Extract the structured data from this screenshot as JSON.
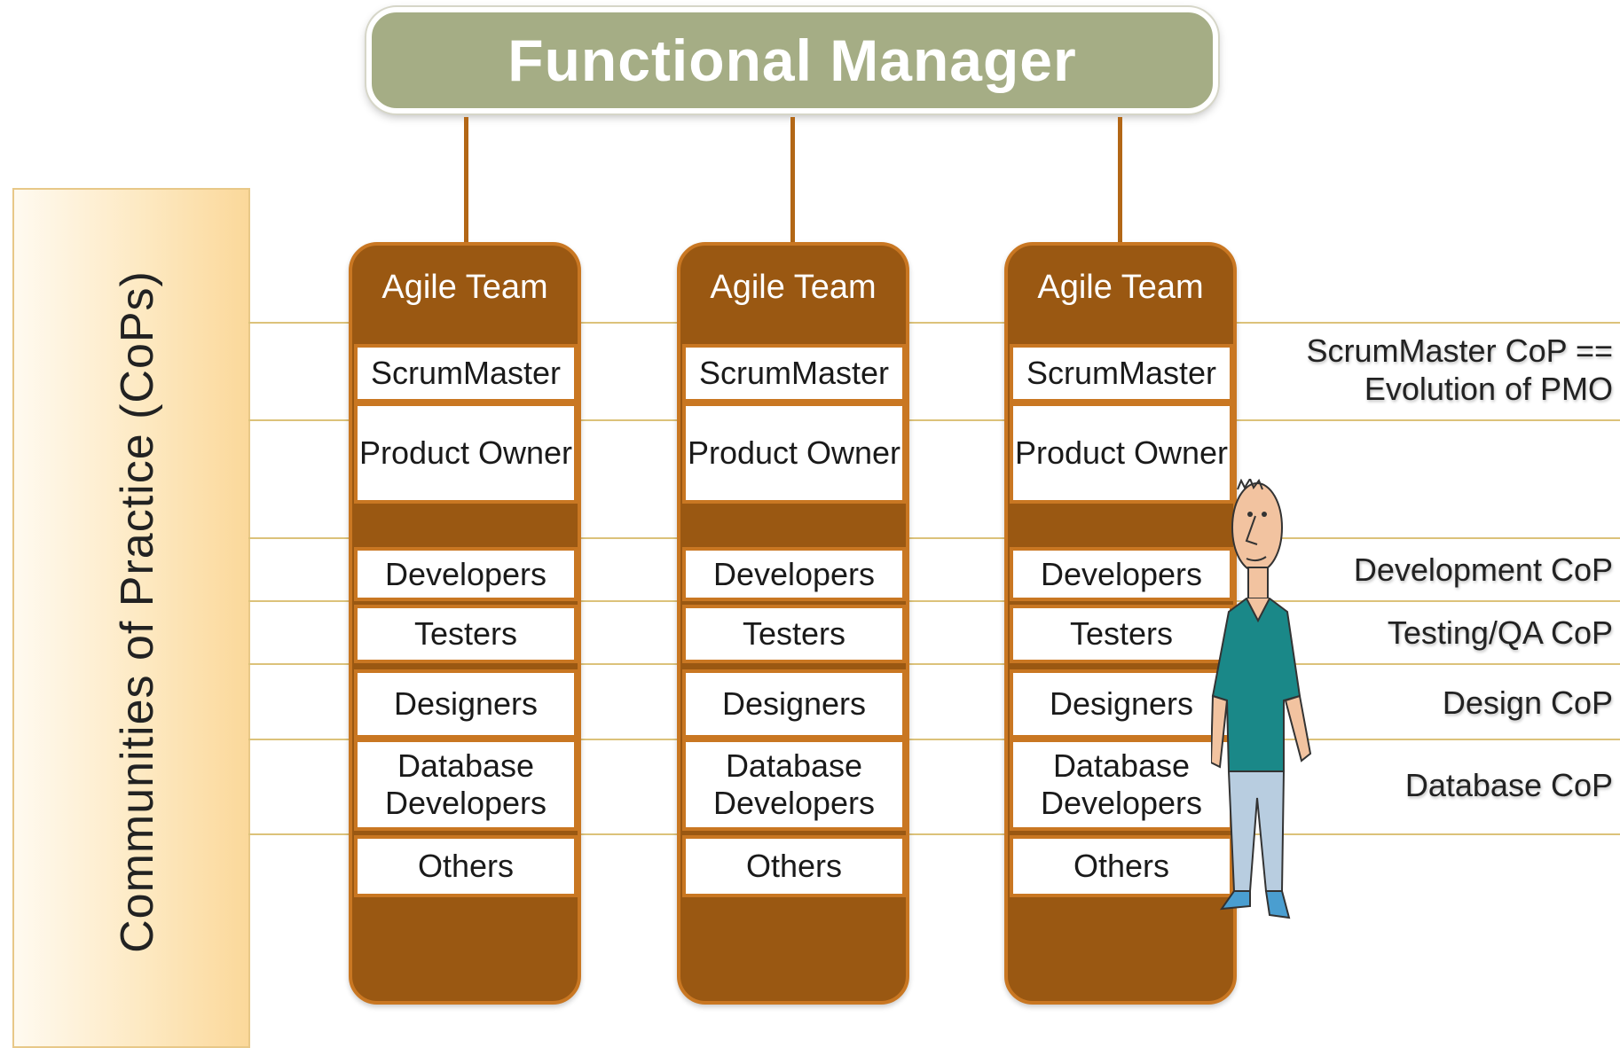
{
  "manager": {
    "title": "Functional Manager"
  },
  "cops_panel": {
    "label": "Communities of Practice (CoPs)"
  },
  "teams": [
    {
      "title": "Agile Team",
      "roles": {
        "scrum_master": "ScrumMaster",
        "product_owner": "Product Owner",
        "developers": "Developers",
        "testers": "Testers",
        "designers": "Designers",
        "database_developers": "Database Developers",
        "others": "Others"
      }
    },
    {
      "title": "Agile Team",
      "roles": {
        "scrum_master": "ScrumMaster",
        "product_owner": "Product Owner",
        "developers": "Developers",
        "testers": "Testers",
        "designers": "Designers",
        "database_developers": "Database Developers",
        "others": "Others"
      }
    },
    {
      "title": "Agile Team",
      "roles": {
        "scrum_master": "ScrumMaster",
        "product_owner": "Product Owner",
        "developers": "Developers",
        "testers": "Testers",
        "designers": "Designers",
        "database_developers": "Database Developers",
        "others": "Others"
      }
    }
  ],
  "cop_labels": {
    "scrum_master": "ScrumMaster CoP == Evolution of PMO",
    "development": "Development CoP",
    "testing": "Testing/QA CoP",
    "design": "Design CoP",
    "database": "Database CoP"
  },
  "colors": {
    "manager_fill": "#a5ad85",
    "team_fill": "#9a5812",
    "team_border": "#c97722",
    "cop_line": "#dcc27a",
    "panel_gradient_end": "#fbd89a"
  },
  "icons": {
    "person": "cartoon-person-icon"
  }
}
